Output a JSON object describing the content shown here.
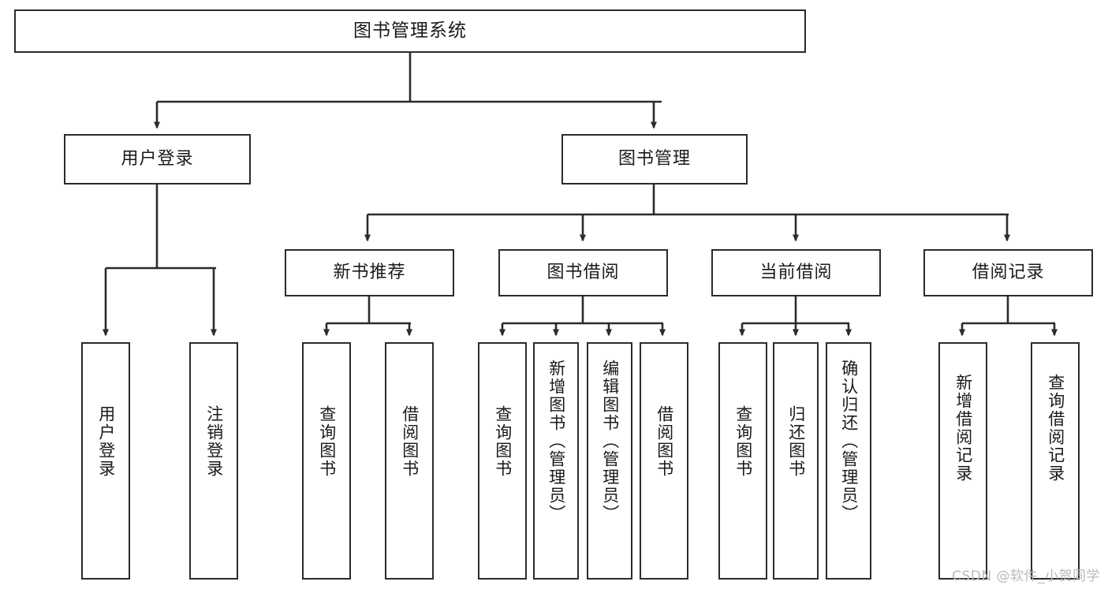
{
  "diagram": {
    "title": "图书管理系统",
    "background": "#ffffff",
    "stroke_color": "#2b2b2b",
    "text_color": "#1a1a1a",
    "type": "hierarchy-tree",
    "root": {
      "label": "图书管理系统"
    },
    "level2": [
      {
        "label": "用户登录"
      },
      {
        "label": "图书管理"
      }
    ],
    "level3": [
      {
        "label": "新书推荐"
      },
      {
        "label": "图书借阅"
      },
      {
        "label": "当前借阅"
      },
      {
        "label": "借阅记录"
      }
    ],
    "leaves": {
      "user_login": [
        {
          "label": "用户登录"
        },
        {
          "label": "注销登录"
        }
      ],
      "new_book_recommend": [
        {
          "label": "查询图书"
        },
        {
          "label": "借阅图书"
        }
      ],
      "book_borrow": [
        {
          "label": "查询图书"
        },
        {
          "label": "新增图书（管理员）"
        },
        {
          "label": "编辑图书（管理员）"
        },
        {
          "label": "借阅图书"
        }
      ],
      "current_borrow": [
        {
          "label": "查询图书"
        },
        {
          "label": "归还图书"
        },
        {
          "label": "确认归还（管理员）"
        }
      ],
      "borrow_record": [
        {
          "label": "新增借阅记录"
        },
        {
          "label": "查询借阅记录"
        }
      ]
    }
  },
  "watermark": {
    "text": "CSDN @软件_小贺同学"
  }
}
